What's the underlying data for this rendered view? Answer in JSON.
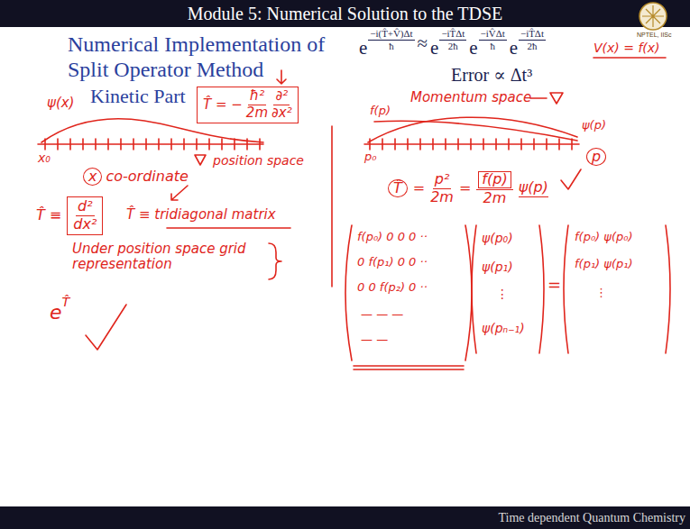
{
  "diagram": {
    "title": "Module 5: Numerical Solution to the TDSE",
    "nodes": [
      {
        "text": [
          "T̂ = −",
          "ħ²",
          "2m",
          "∂²",
          "∂x²"
        ]
      },
      {
        "text": [
          "x"
        ]
      },
      {
        "text": [
          "d²",
          "dx²"
        ]
      },
      {
        "text": [
          "p"
        ]
      },
      {
        "text": [
          "T̂"
        ]
      },
      {
        "text": [
          "f(p)"
        ]
      }
    ],
    "labels": [
      "Numerical Implementation of Split Operator Method",
      "Kinetic Part",
      "e",
      "−i(T̂+V̂)Δt",
      "ħ",
      "≈",
      "e",
      "−iT̂Δt",
      "2ħ",
      "e",
      "−iV̂Δt",
      "ħ",
      "e",
      "−iT̂Δt",
      "2ħ",
      "Error ∝ Δt³",
      "V(x) = f(x)",
      "ψ(x)",
      "x₀",
      "co-ordinate",
      "position space",
      "T̂ ≡",
      "T̂ ≡ tridiagonal matrix",
      "Under position space grid representation",
      "e",
      "T̂",
      "Momentum space",
      "f(p)",
      "ψ(p)",
      "p₀",
      "=",
      "p²",
      "2m",
      "=",
      "2m",
      "ψ(p)",
      "f(p₀) 0 0 0 ··",
      "0 f(p₁) 0 0 ··",
      "0 0 f(p₂) 0 ··",
      "— — —",
      "— —",
      "ψ(p₀)",
      "ψ(p₁)",
      "⋮",
      "ψ(pₙ₋₁)",
      "=",
      "f(p₀) ψ(p₀)",
      "f(p₁) ψ(p₁)",
      "⋮",
      "NPTEL, IISc",
      "Time dependent Quantum Chemistry"
    ]
  }
}
